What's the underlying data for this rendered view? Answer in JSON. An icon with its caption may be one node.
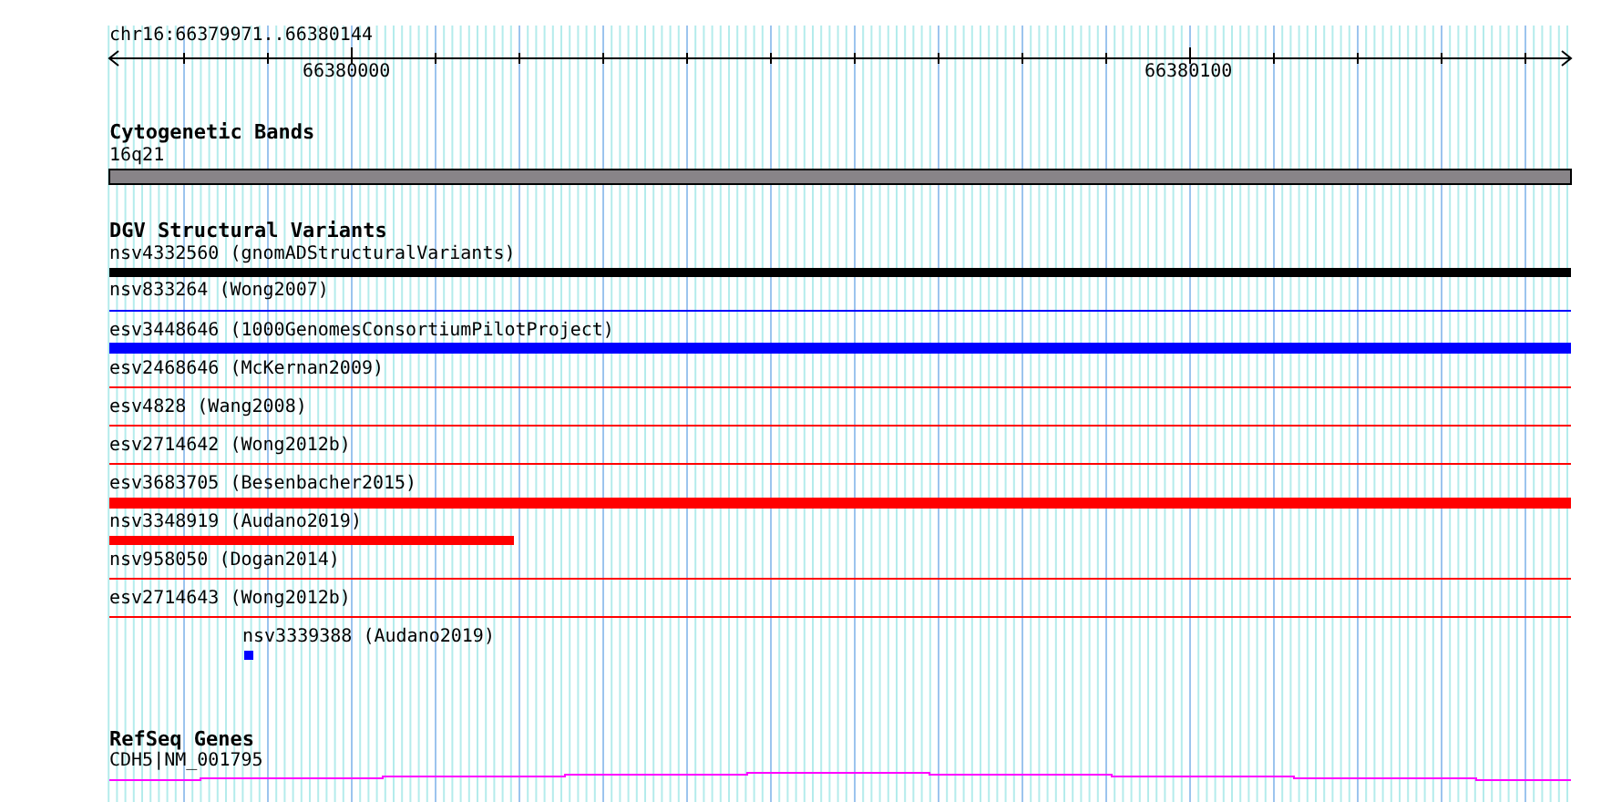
{
  "diagram": {
    "labels": [
      "chr16:66379971..66380144",
      "66380000",
      "66380100",
      "Cytogenetic Bands",
      "16q21",
      "DGV Structural Variants",
      "nsv4332560 (gnomADStructuralVariants)",
      "nsv833264 (Wong2007)",
      "esv3448646 (1000GenomesConsortiumPilotProject)",
      "esv2468646 (McKernan2009)",
      "esv4828 (Wang2008)",
      "esv2714642 (Wong2012b)",
      "esv3683705 (Besenbacher2015)",
      "nsv3348919 (Audano2019)",
      "nsv958050 (Dogan2014)",
      "esv2714643 (Wong2012b)",
      "nsv3339388 (Audano2019)",
      "RefSeq Genes",
      "CDH5|NM_001795"
    ]
  }
}
